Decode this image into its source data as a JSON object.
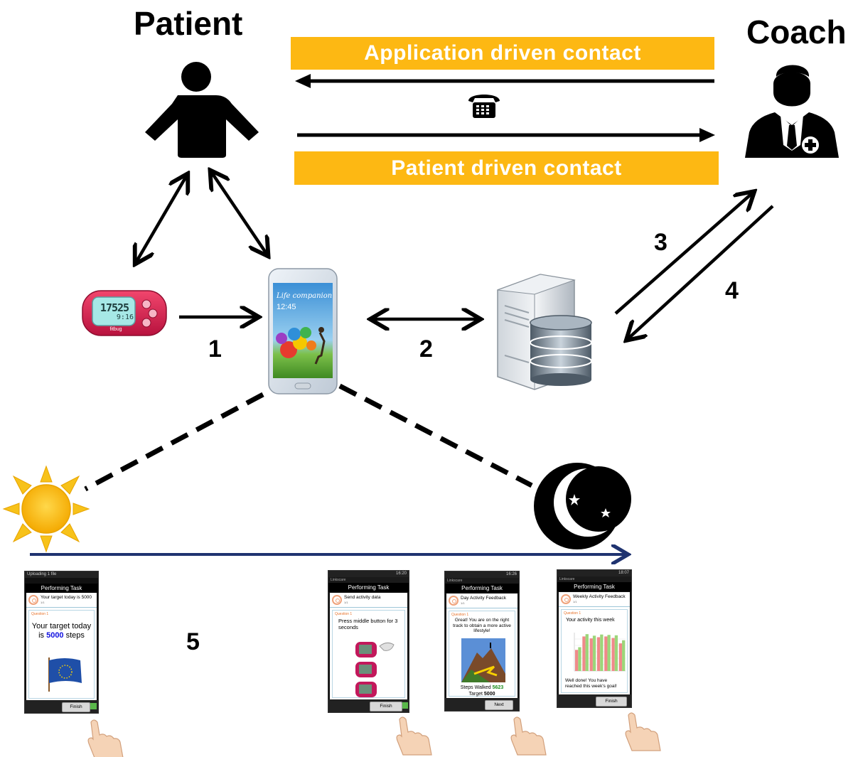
{
  "labels": {
    "patient": "Patient",
    "coach": "Coach",
    "application_banner": "Application driven contact",
    "patient_banner": "Patient driven contact"
  },
  "steps": {
    "s1": "1",
    "s2": "2",
    "s3": "3",
    "s4": "4",
    "s5": "5"
  },
  "smartphone": {
    "title": "Life companion",
    "time": "12:45"
  },
  "pedometer": {
    "steps": "17525",
    "time": "9:16",
    "brand": "fitbug"
  },
  "icons": {
    "patient": "person-icon",
    "coach": "doctor-icon",
    "phone": "telephone-icon",
    "server": "server-database-icon",
    "sun": "sun-icon",
    "moon": "moon-icon",
    "hand": "pointing-hand-icon"
  },
  "colors": {
    "banner": "#fdb813",
    "timeline": "#1f3370",
    "highlight_blue": "#1010e0",
    "highlight_green": "#1a8c1a",
    "orange_text": "#e8742c"
  },
  "screens": {
    "target": {
      "status": "Uploading 1 file",
      "title": "Performing Task",
      "header": "Your target today is  5000",
      "header_sub": "1/1",
      "question": "Question 1",
      "text_line1": "Your target today",
      "text_line2_pre": "is ",
      "text_value": "5000",
      "text_line2_post": " steps",
      "button": "Finish"
    },
    "send": {
      "status": "16:20",
      "appbar": "Linkscare",
      "title": "Performing Task",
      "header": "Send activity data",
      "header_sub": "1/1",
      "question": "Question 1",
      "text": "Press middle button for 3 seconds",
      "button": "Finish"
    },
    "day": {
      "status": "16:26",
      "appbar": "Linkscare",
      "title": "Performing Task",
      "header": "Day Activity Feedback",
      "header_sub": "1/1",
      "question": "Question 1",
      "text": "Great! You are on the right track to obtain a more active lifestyle!",
      "walked_label": "Steps Walked ",
      "walked_value": "5623",
      "target_label": "Target ",
      "target_value": "5000",
      "button": "Next"
    },
    "week": {
      "status": "18:07",
      "appbar": "Linkscare",
      "title": "Performing Task",
      "header": "Weekly Activity Feedback",
      "header_sub": "1/1",
      "question": "Question 1",
      "text": "Your activity this week",
      "footer_text": "Well done! You have reached this week's goal!",
      "button": "Finish",
      "mini_chart": {
        "bars_red": [
          0.55,
          0.9,
          0.85,
          0.88,
          0.9,
          0.86,
          0.72
        ],
        "bars_green": [
          0.62,
          0.96,
          0.92,
          0.95,
          0.94,
          0.93,
          0.8
        ]
      }
    }
  }
}
